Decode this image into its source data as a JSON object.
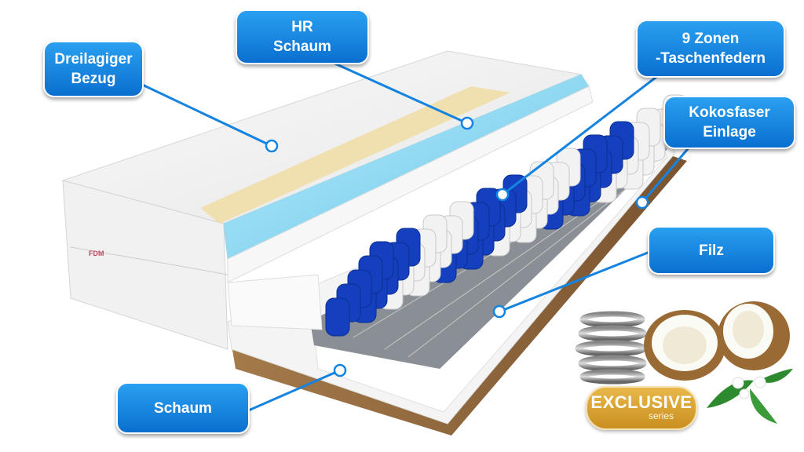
{
  "labels": {
    "cover": [
      "Dreilagiger",
      "Bezug"
    ],
    "hr_foam": [
      "HR",
      "Schaum"
    ],
    "springs": [
      "9 Zonen",
      "-Taschenfedern"
    ],
    "coconut": [
      "Kokosfaser",
      "Einlage"
    ],
    "felt": "Filz",
    "foam": "Schaum"
  },
  "badge": {
    "title": "EXCLUSIVE",
    "subtitle": "series"
  },
  "brand_logo": "FDM",
  "colors": {
    "callout": "#1583e0",
    "spring_blue": "#1440c0",
    "hr_foam": "#8fd6f0",
    "badge": "#d9a233"
  }
}
